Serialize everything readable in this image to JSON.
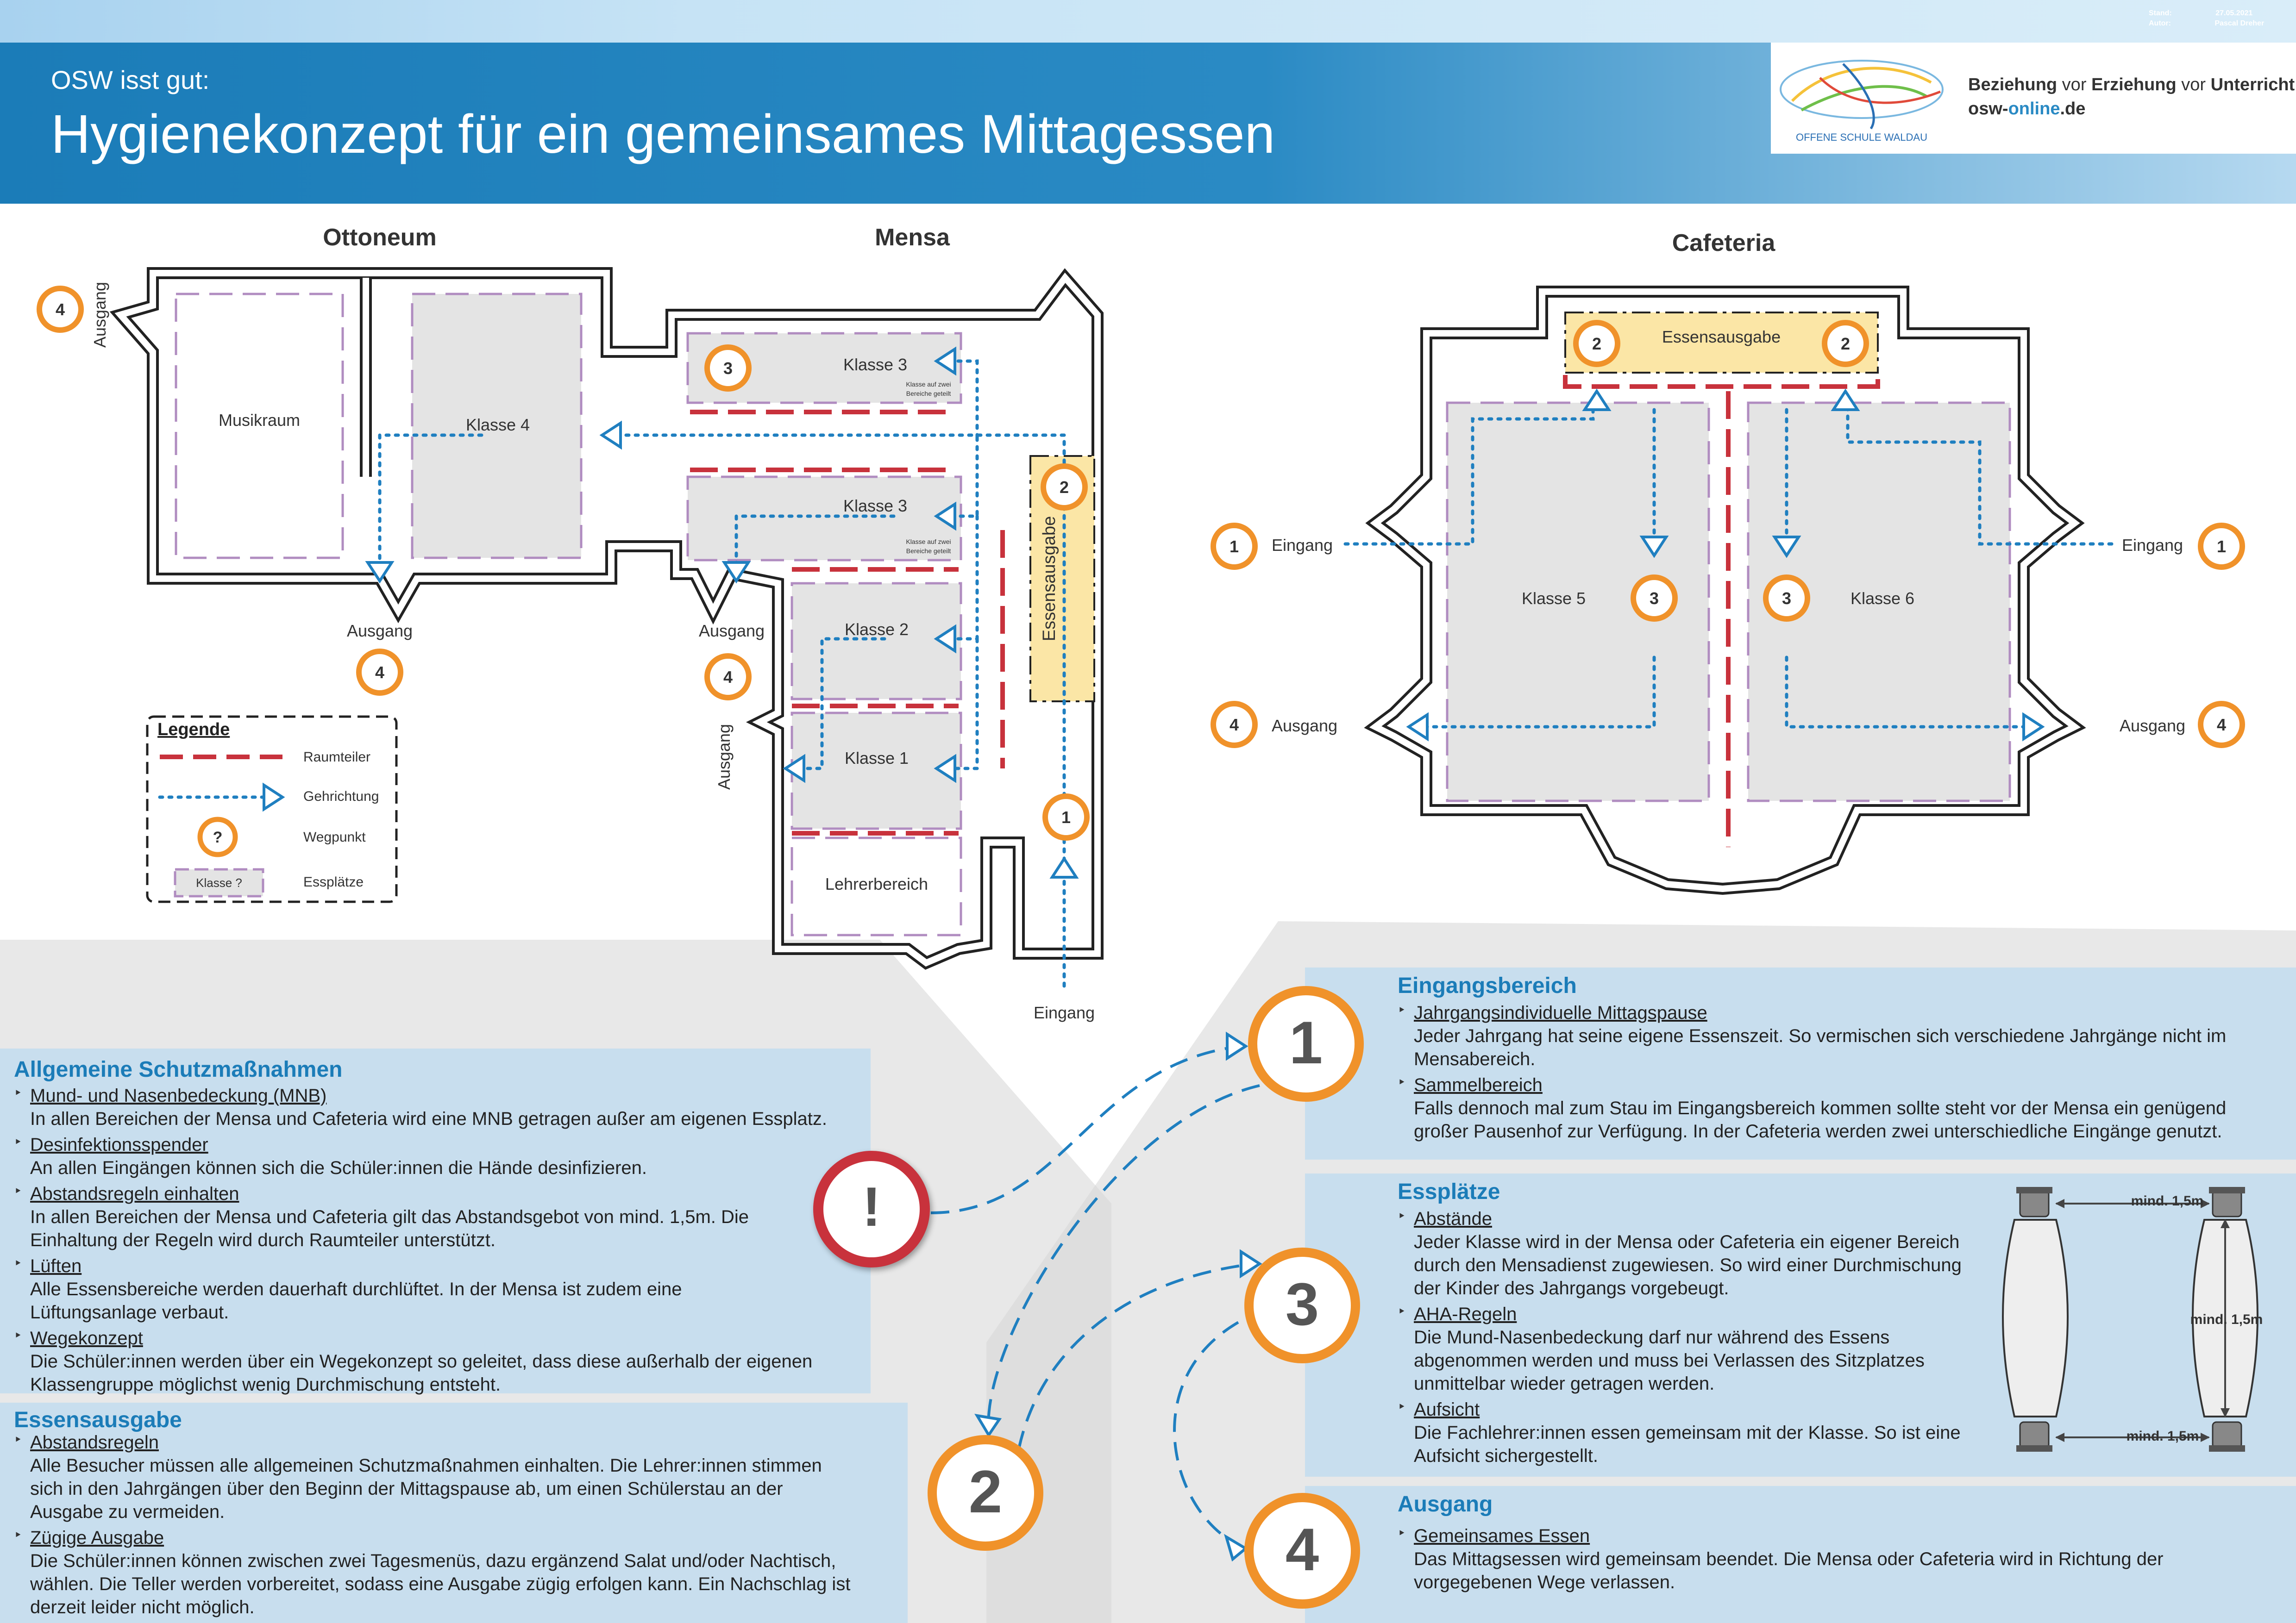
{
  "header": {
    "kicker": "OSW isst gut:",
    "title": "Hygienekonzept für ein gemeinsames Mittagessen",
    "meta_stand_label": "Stand:",
    "meta_stand_value": "27.05.2021",
    "meta_autor_label": "Autor:",
    "meta_autor_value": "Pascal Dreher",
    "logo_text": "OFFENE SCHULE WALDAU",
    "slogan_1": "Beziehung",
    "slogan_vor_1": " vor ",
    "slogan_2": "Erziehung",
    "slogan_vor_2": " vor ",
    "slogan_3": "Unterricht",
    "site_prefix": "osw-",
    "site_mid": "online",
    "site_suffix": ".de"
  },
  "plan": {
    "ottoneum_title": "Ottoneum",
    "mensa_title": "Mensa",
    "cafeteria_title": "Cafeteria",
    "musikraum": "Musikraum",
    "klasse4": "Klasse 4",
    "klasse3": "Klasse 3",
    "klasse2": "Klasse 2",
    "klasse1": "Klasse 1",
    "klasse5": "Klasse 5",
    "klasse6": "Klasse 6",
    "split_note_1": "Klasse auf zwei",
    "split_note_2": "Bereiche geteilt",
    "lehrerbereich": "Lehrerbereich",
    "essensausgabe": "Essensausgabe",
    "ausgang": "Ausgang",
    "eingang": "Eingang"
  },
  "legend": {
    "title": "Legende",
    "raumteiler": "Raumteiler",
    "gehrichtung": "Gehrichtung",
    "wegpunkt": "Wegpunkt",
    "wegpunkt_symbol": "?",
    "essplaetze_box": "Klasse ?",
    "essplaetze": "Essplätze"
  },
  "waypoints": {
    "n1": "1",
    "n2": "2",
    "n3": "3",
    "n4": "4",
    "alert": "!"
  },
  "panels": {
    "allgemein": {
      "title": "Allgemeine Schutzmaßnahmen",
      "items": [
        {
          "title": "Mund- und Nasenbedeckung (MNB)",
          "text": "In allen Bereichen der Mensa und Cafeteria wird eine MNB getragen außer am eigenen Essplatz."
        },
        {
          "title": "Desinfektionsspender",
          "text": "An allen Eingängen können sich die Schüler:innen die Hände desinfizieren."
        },
        {
          "title": "Abstandsregeln einhalten",
          "text": "In allen Bereichen der Mensa und Cafeteria gilt das Abstandsgebot von mind. 1,5m. Die Einhaltung der Regeln wird durch Raumteiler unterstützt."
        },
        {
          "title": "Lüften",
          "text": "Alle Essensbereiche werden dauerhaft durchlüftet. In der Mensa ist zudem eine Lüftungsanlage verbaut."
        },
        {
          "title": "Wegekonzept",
          "text": "Die Schüler:innen werden über ein Wegekonzept so geleitet, dass diese außerhalb der eigenen Klassengruppe möglichst wenig Durchmischung entsteht."
        }
      ]
    },
    "essensausgabe": {
      "title": "Essensausgabe",
      "items": [
        {
          "title": "Abstandsregeln",
          "text": "Alle Besucher müssen alle allgemeinen Schutzmaßnahmen einhalten. Die Lehrer:innen stimmen sich in den Jahrgängen über den Beginn der Mittagspause ab, um einen Schülerstau an der Ausgabe zu vermeiden."
        },
        {
          "title": "Zügige Ausgabe",
          "text": "Die Schüler:innen können zwischen zwei Tagesmenüs, dazu ergänzend Salat und/oder Nachtisch, wählen. Die Teller werden vorbereitet, sodass eine Ausgabe zügig erfolgen kann. Ein Nachschlag ist derzeit leider nicht möglich."
        }
      ]
    },
    "eingang": {
      "title": "Eingangsbereich",
      "items": [
        {
          "title": "Jahrgangsindividuelle Mittagspause",
          "text": "Jeder Jahrgang hat seine eigene Essenszeit. So vermischen sich verschiedene Jahrgänge nicht im Mensabereich."
        },
        {
          "title": "Sammelbereich",
          "text": "Falls dennoch mal zum Stau im Eingangsbereich kommen sollte steht vor der Mensa ein genügend großer Pausenhof zur Verfügung. In der Cafeteria werden zwei unterschiedliche Eingänge genutzt."
        }
      ]
    },
    "essplaetze": {
      "title": "Essplätze",
      "items": [
        {
          "title": "Abstände",
          "text": "Jeder Klasse wird in der Mensa oder Cafeteria ein eigener Bereich durch den Mensadienst zugewiesen. So wird einer Durchmischung der Kinder des Jahrgangs vorgebeugt."
        },
        {
          "title": "AHA-Regeln",
          "text": "Die Mund-Nasenbedeckung darf nur während des Essens abgenommen werden und muss bei Verlassen des Sitzplatzes unmittelbar wieder getragen werden."
        },
        {
          "title": "Aufsicht",
          "text": "Die Fachlehrer:innen essen gemeinsam mit der Klasse. So ist eine Aufsicht sichergestellt."
        }
      ],
      "dist_label": "mind. 1,5m"
    },
    "ausgang": {
      "title": "Ausgang",
      "items": [
        {
          "title": "Gemeinsames Essen",
          "text": "Das Mittagsessen wird gemeinsam beendet. Die Mensa oder Cafeteria wird in Richtung der vorgegebenen Wege verlassen."
        }
      ]
    }
  },
  "colors": {
    "header_blue": "#1b7cb8",
    "panel_bg": "#c4dcee",
    "orange": "#f0922a",
    "path_blue": "#1f7fc0",
    "divider_red": "#c8323c",
    "seat_purple": "#b08cc0",
    "alert_red": "#c8323c"
  }
}
